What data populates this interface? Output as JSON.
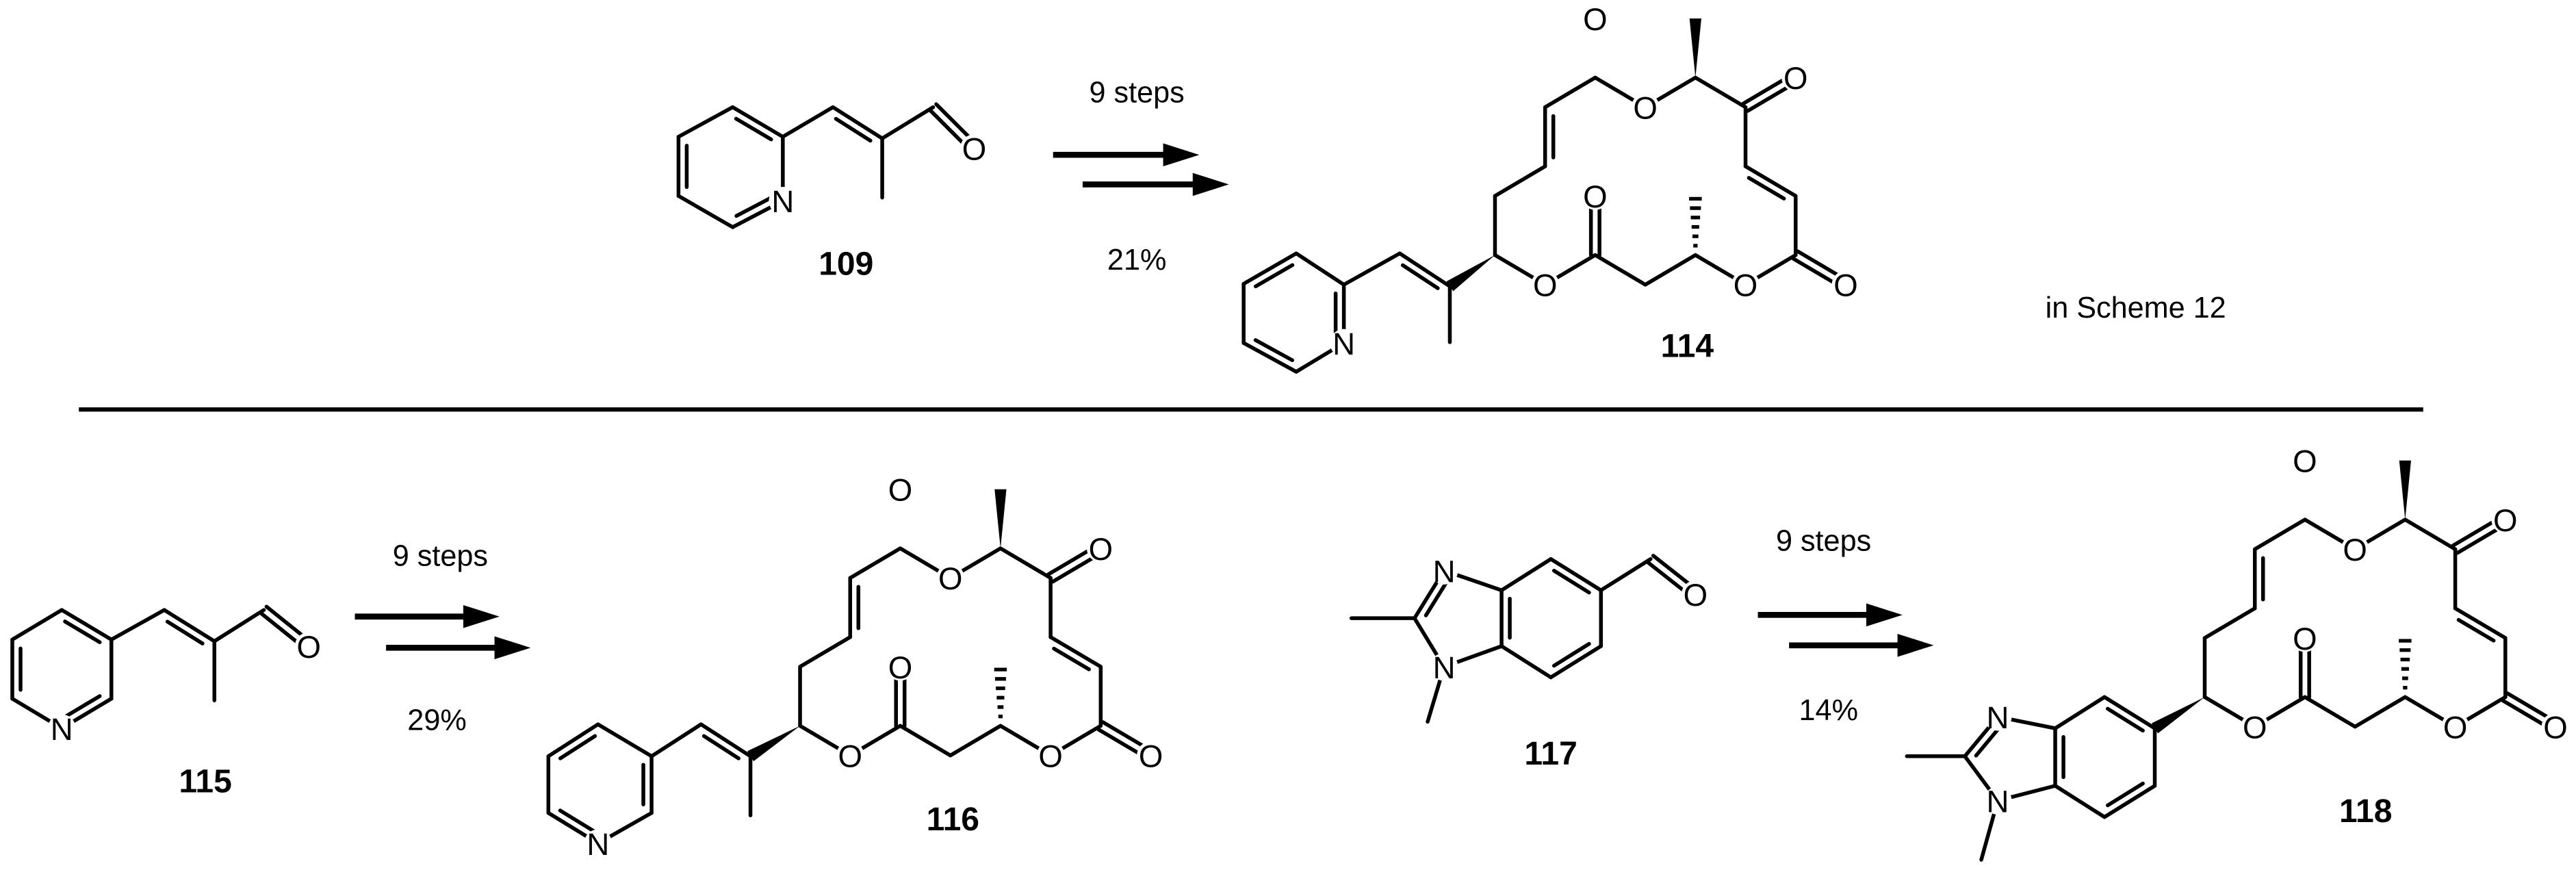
{
  "scheme_reference": "in Scheme 12",
  "atoms": {
    "O": "O",
    "N": "N"
  },
  "reactions": [
    {
      "start": "109",
      "product": "114",
      "steps": "9 steps",
      "yield": "21%"
    },
    {
      "start": "115",
      "product": "116",
      "steps": "9 steps",
      "yield": "29%"
    },
    {
      "start": "117",
      "product": "118",
      "steps": "9 steps",
      "yield": "14%"
    }
  ]
}
